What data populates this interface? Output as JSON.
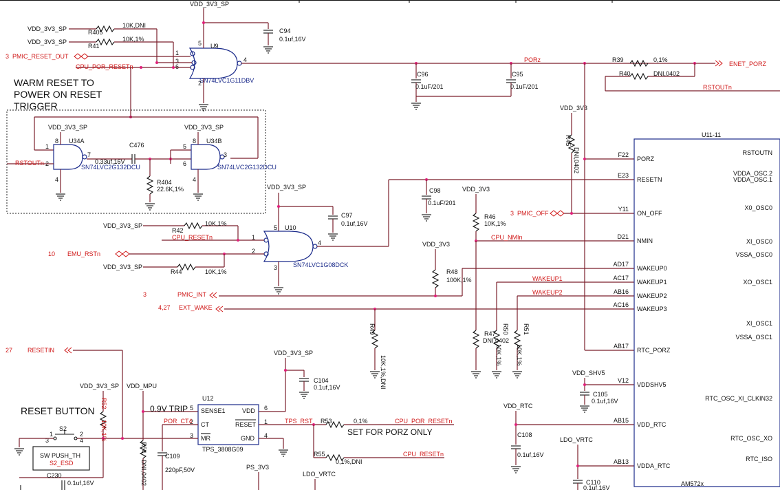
{
  "notes": {
    "warm_reset": [
      "WARM RESET TO",
      "POWER ON RESET",
      "TRIGGER"
    ],
    "reset_button": "RESET BUTTON",
    "porz_only": "SET FOR PORZ ONLY",
    "trip": "0.9V TRIP"
  },
  "rails": {
    "vdd_3v3_sp": "VDD_3V3_SP",
    "vdd_3v3": "VDD_3V3",
    "vdd_mpu": "VDD_MPU",
    "vdd_shv5": "VDD_SHV5",
    "vdd_rtc": "VDD_RTC",
    "ldo_vrtc": "LDO_VRTC",
    "ps_3v3": "PS_3V3"
  },
  "nets": {
    "pmic_reset_out": "PMIC_RESET_OUT",
    "cpu_por_resetn": "CPU_POR_RESETn",
    "porz": "PORz",
    "enet_porz": "ENET_PORZ",
    "rstoutn": "RSTOUTn",
    "rstoutn_in": "RSTOUTn",
    "pmic_off": "PMIC_OFF",
    "cpu_resetn": "CPU_RESETn",
    "emu_rstn": "EMU_RSTn",
    "cpu_nmin": "CPU_NMIn",
    "pmic_int": "PMIC_INT",
    "ext_wake": "EXT_WAKE",
    "wakeup1": "WAKEUP1",
    "wakeup2": "WAKEUP2",
    "resetin": "RESETIN",
    "por_ct4": "POR_CT4",
    "tps_rst": "TPS_RST",
    "cpu_por_resetn2": "CPU_POR_RESETn",
    "cpu_resetn2": "CPU_RESETn"
  },
  "sheet_refs": {
    "pmic_reset_out": "3",
    "pmic_off": "3",
    "emu_rstn": "10",
    "pmic_int": "3",
    "ext_wake": "4,27",
    "resetin": "27"
  },
  "parts": {
    "u9": {
      "ref": "U9",
      "part": "SN74LVC1G11DBV"
    },
    "u10": {
      "ref": "U10",
      "part": "SN74LVC1G08DCK"
    },
    "u34a": {
      "ref": "U34A",
      "part": "SN74LVC2G132DCU"
    },
    "u34b": {
      "ref": "U34B",
      "part": "SN74LVC2G132DCU"
    },
    "u12": {
      "ref": "U12",
      "part": "TPS_3808G09",
      "pins": {
        "sense1": "SENSE1",
        "vdd": "VDD",
        "ct": "CT",
        "reset": "RESET",
        "mr": "MR",
        "gnd": "GND"
      }
    },
    "s2": {
      "ref": "S2",
      "part": "SW PUSH_TH",
      "net": "S2_ESD"
    }
  },
  "resistors": {
    "r405": {
      "ref": "R405",
      "value": "10K,DNI"
    },
    "r41": {
      "ref": "R41",
      "value": "10K,1%"
    },
    "r39": {
      "ref": "R39",
      "value": "0,1%"
    },
    "r40": {
      "ref": "R40",
      "value": "DNI,0402"
    },
    "r45": {
      "ref": "R45",
      "value": "DNI,0402"
    },
    "r404": {
      "ref": "R404",
      "value": "22.6K,1%"
    },
    "r42": {
      "ref": "R42",
      "value": "10K,1%"
    },
    "r44": {
      "ref": "R44",
      "value": "10K,1%"
    },
    "r46": {
      "ref": "R46",
      "value": "10K,1%"
    },
    "r48": {
      "ref": "R48",
      "value": "100K,1%"
    },
    "r49": {
      "ref": "R49",
      "value": "10K,1%,DNI"
    },
    "r47": {
      "ref": "R47",
      "value": "DNI,0402"
    },
    "r50": {
      "ref": "R50",
      "value": "10K,1%"
    },
    "r51": {
      "ref": "R51",
      "value": "10K,1%"
    },
    "r52": {
      "ref": "R52",
      "value": "10K,1%"
    },
    "r53": {
      "ref": "R53",
      "value": "0,1%"
    },
    "r54": {
      "ref": "R54",
      "value": "DNI,0402"
    },
    "r55": {
      "ref": "R55",
      "value": "0,1%,DNI"
    }
  },
  "caps": {
    "c94": {
      "ref": "C94",
      "value": "0.1uf,16V"
    },
    "c96": {
      "ref": "C96",
      "value": "0.1uF/201"
    },
    "c95": {
      "ref": "C95",
      "value": "0.1uF/201"
    },
    "c476": {
      "ref": "C476",
      "value": "0.33uf,16V"
    },
    "c98": {
      "ref": "C98",
      "value": "0.1uF/201"
    },
    "c97": {
      "ref": "C97",
      "value": "0.1uf,16V"
    },
    "c104": {
      "ref": "C104",
      "value": "0.1uf,16V"
    },
    "c105": {
      "ref": "C105",
      "value": "0.1uf,16V"
    },
    "c108": {
      "ref": "C108",
      "value": "0.1uf,16V"
    },
    "c109": {
      "ref": "C109",
      "value": "220pF,50V"
    },
    "c110": {
      "ref": "C110",
      "value": "0.1uf,16V"
    },
    "c230": {
      "ref": "C230",
      "value": "0.1uf,16V"
    }
  },
  "soc": {
    "ref": "U11-11",
    "part": "AM572x",
    "left_pins": [
      {
        "ball": "F22",
        "name": "PORZ"
      },
      {
        "ball": "E23",
        "name": "RESETN"
      },
      {
        "ball": "Y11",
        "name": "ON_OFF"
      },
      {
        "ball": "D21",
        "name": "NMIN"
      },
      {
        "ball": "AD17",
        "name": "WAKEUP0"
      },
      {
        "ball": "AC17",
        "name": "WAKEUP1"
      },
      {
        "ball": "AB16",
        "name": "WAKEUP2"
      },
      {
        "ball": "AC16",
        "name": "WAKEUP3"
      },
      {
        "ball": "AB17",
        "name": "RTC_PORZ"
      },
      {
        "ball": "V12",
        "name": "VDDSHV5"
      },
      {
        "ball": "AB15",
        "name": "VDD_RTC"
      },
      {
        "ball": "AB13",
        "name": "VDDA_RTC"
      }
    ],
    "right_pins": [
      "RSTOUTN",
      "VDDA_OSC.2",
      "VDDA_OSC.1",
      "X0_OSC0",
      "XI_OSC0",
      "VSSA_OSC0",
      "XO_OSC1",
      "XI_OSC1",
      "VSSA_OSC1",
      "RTC_OSC_XI_CLKIN32",
      "RTC_OSC_XO",
      "RTC_ISO"
    ]
  },
  "pin_numbers": {
    "u9": [
      "1",
      "3",
      "6",
      "5",
      "4",
      "2"
    ],
    "u10": [
      "5",
      "1",
      "2",
      "4",
      "3"
    ],
    "u34a": [
      "8",
      "1",
      "2",
      "7",
      "4"
    ],
    "u34b": [
      "8",
      "5",
      "6",
      "3",
      "4"
    ],
    "u12": [
      "5",
      "2",
      "3",
      "6",
      "1",
      "4"
    ],
    "s2": [
      "1",
      "2",
      "3",
      "4"
    ]
  }
}
